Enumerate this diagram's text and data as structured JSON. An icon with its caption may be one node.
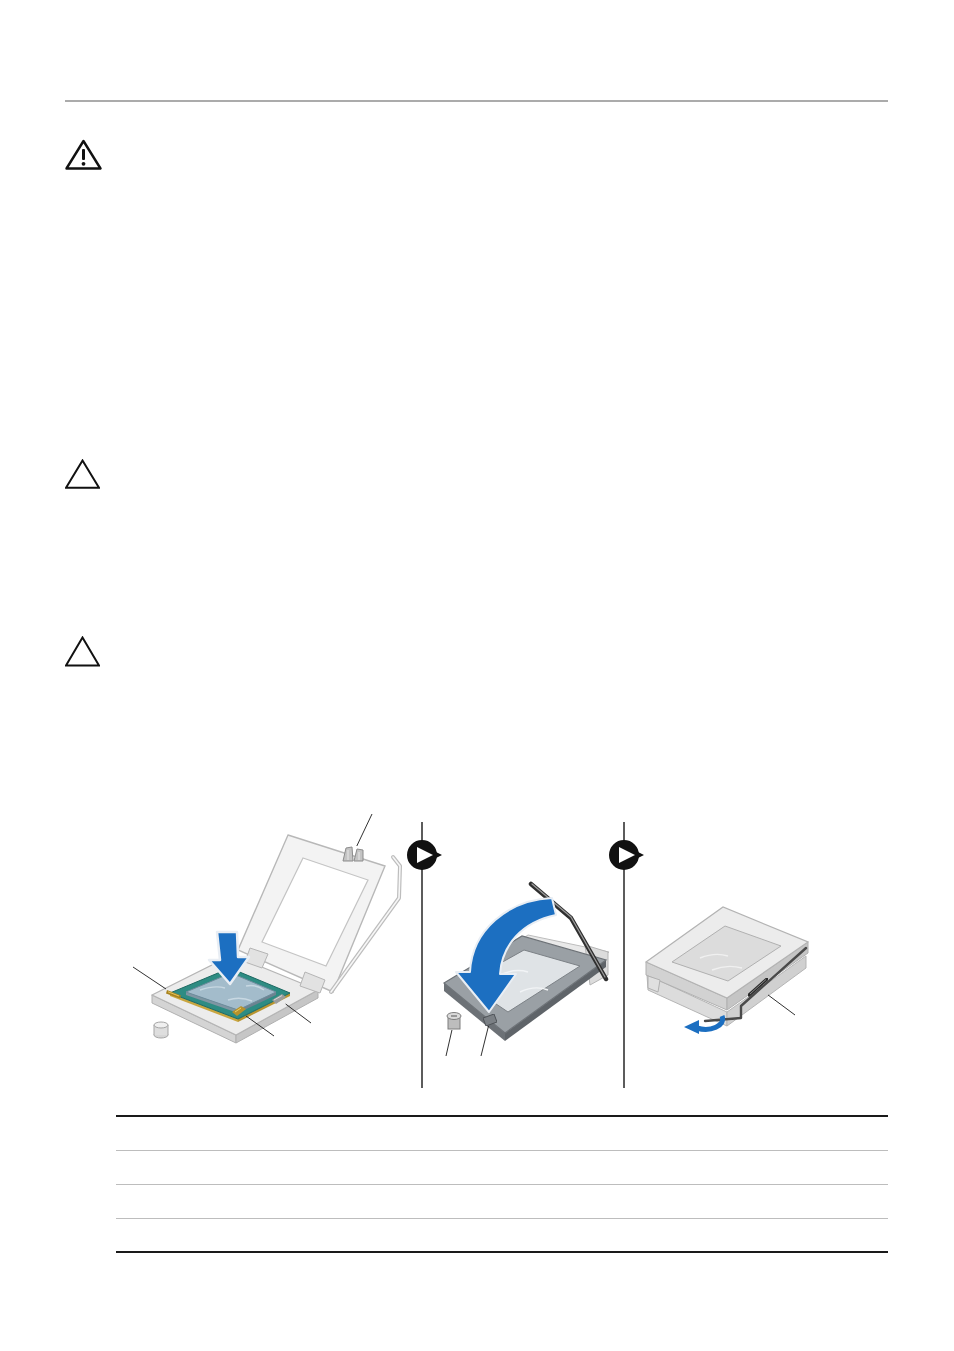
{
  "diagram": {
    "nodes": [
      {
        "text": [],
        "shape": "picture"
      },
      {
        "text": [],
        "shape": "picture",
        "in": 0
      },
      {
        "text": [],
        "shape": "picture",
        "in": 0
      },
      {
        "text": [],
        "shape": "picture",
        "in": 0
      },
      {
        "text": [],
        "shape": "picture",
        "in": 0
      },
      {
        "text": [],
        "shape": "picture"
      },
      {
        "text": [],
        "shape": "picture",
        "in": 5
      },
      {
        "text": [],
        "shape": "picture",
        "in": 5
      },
      {
        "text": [],
        "shape": "picture"
      },
      {
        "text": [],
        "shape": "picture",
        "in": 8
      }
    ],
    "edges": [
      {
        "from": 0,
        "to": 5,
        "arrow": "to"
      },
      {
        "from": 5,
        "to": 8,
        "arrow": "to"
      },
      {
        "from": null,
        "to": 1,
        "arrow": "none"
      },
      {
        "from": null,
        "to": 2,
        "arrow": "none"
      },
      {
        "from": null,
        "to": 3,
        "arrow": "none"
      },
      {
        "from": null,
        "to": 4,
        "arrow": "none"
      },
      {
        "from": null,
        "to": 6,
        "arrow": "none"
      },
      {
        "from": null,
        "to": 7,
        "arrow": "none"
      },
      {
        "from": null,
        "to": 9,
        "arrow": "none"
      }
    ]
  }
}
